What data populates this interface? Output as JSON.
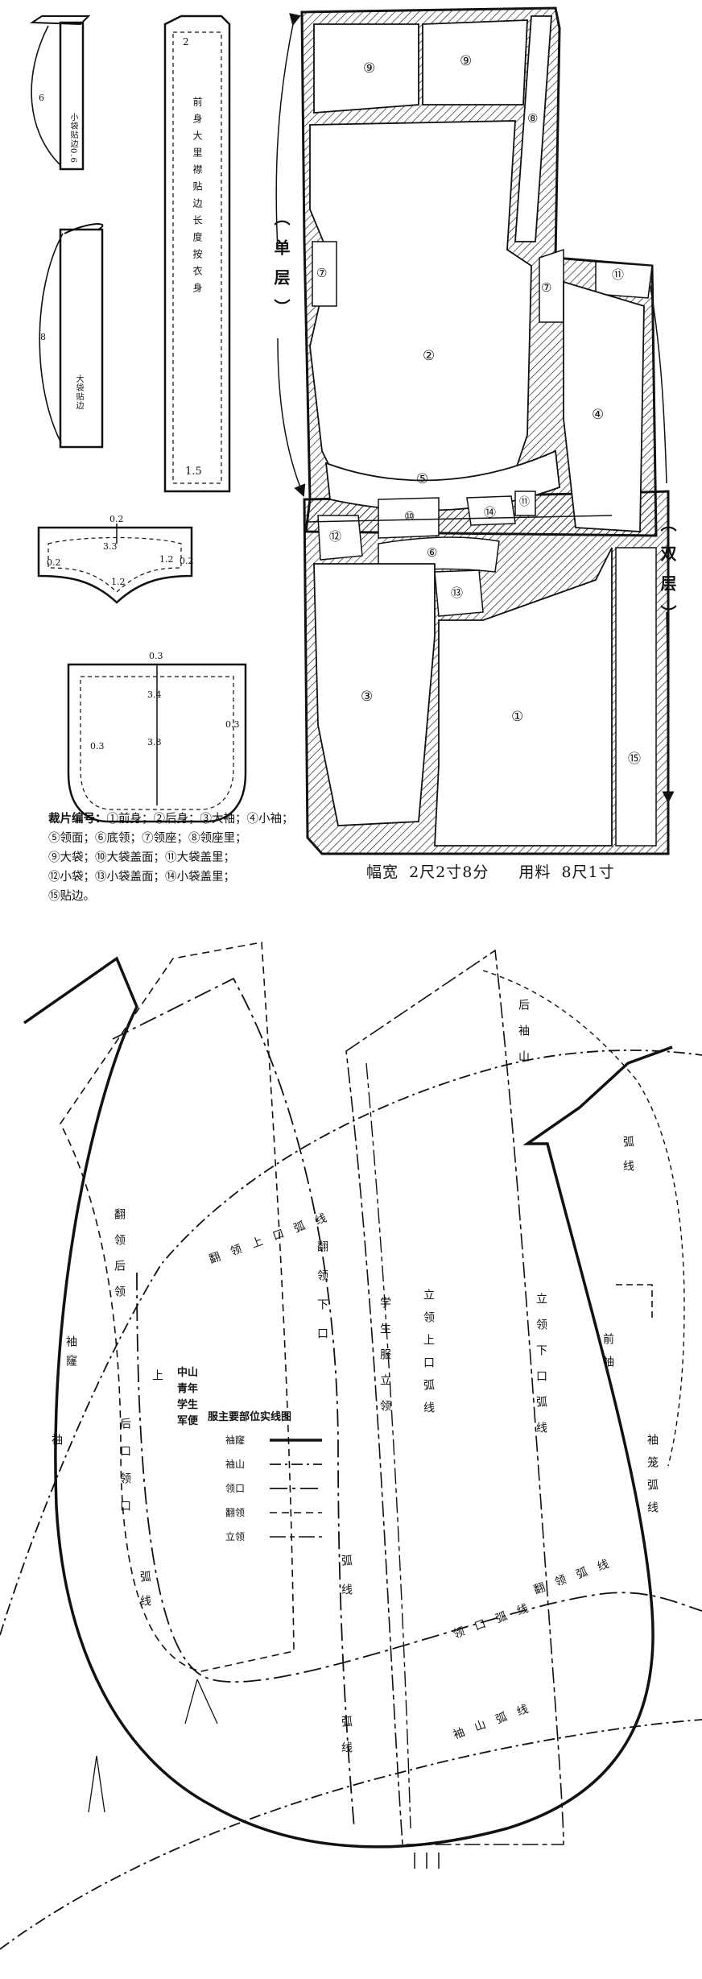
{
  "top_diagram": {
    "pieces_list_title": "裁片编号：",
    "pieces": [
      "①前身；",
      "②后身；",
      "③大袖；",
      "④小袖；",
      "⑤领面；",
      "⑥底领；",
      "⑦领座；",
      "⑧领座里；",
      "⑨大袋；",
      "⑩大袋盖面；",
      "⑪大袋盖里；",
      "⑫小袋；",
      "⑬小袋盖面；",
      "⑭小袋盖里；",
      "⑮贴边。"
    ],
    "fabric_width_label": "幅宽",
    "fabric_width_value": "2尺2寸8分",
    "material_label": "用料",
    "material_value": "8尺1寸",
    "single_layer": "（ 单 层 ）",
    "double_layer": "（ 双 层 ）",
    "strip_vertical_text": "前身大里襟贴边长度按衣身",
    "strip_top_number": "2",
    "strip_bottom_number": "1.5",
    "small_pocket_text": "小袋贴边0.6",
    "big_pocket_text": "大袋贴边",
    "flap": {
      "top": "0.2",
      "mid": "3.3",
      "left": "0.2",
      "r1": "1.2",
      "r2": "0.2",
      "bottom": "1.2"
    },
    "pocket": {
      "top": "0.3",
      "w": "3.4",
      "h": "3.8",
      "left": "0.3",
      "right": "0.3"
    },
    "marker_small": "6",
    "marker_big": "8",
    "piece_numbers": [
      "⑨",
      "⑨",
      "⑧",
      "⑦",
      "⑦",
      "⑪",
      "②",
      "④",
      "⑤",
      "⑫",
      "⑩",
      "⑥",
      "⑭",
      "⑪",
      "⑬",
      "③",
      "①",
      "⑮"
    ]
  },
  "bottom_diagram": {
    "chart_title": "中山 青年 学生 军便",
    "chart_title_lines": [
      "中山",
      "青年",
      "学生",
      "军便"
    ],
    "legend_title": "服主要部位实线图",
    "legend_items": [
      {
        "label": "袖窿",
        "style": "heavy-solid"
      },
      {
        "label": "袖山",
        "style": "dash-dot"
      },
      {
        "label": "领口",
        "style": "long-dash-dot"
      },
      {
        "label": "翻领",
        "style": "dash"
      },
      {
        "label": "立领",
        "style": "long-short-dash"
      }
    ],
    "curve_labels": [
      "后袖山",
      "弧线",
      "翻领后领",
      "袖窿",
      "袖",
      "上",
      "后口领口",
      "弧线",
      "翻领下口",
      "弧线",
      "学生服立领",
      "立领上口弧线",
      "立领下口弧线",
      "前袖",
      "袖笼弧线",
      "翻领上口弧线",
      "袖山弧线",
      "领口弧线",
      "翻领弧线",
      "弧线"
    ]
  }
}
